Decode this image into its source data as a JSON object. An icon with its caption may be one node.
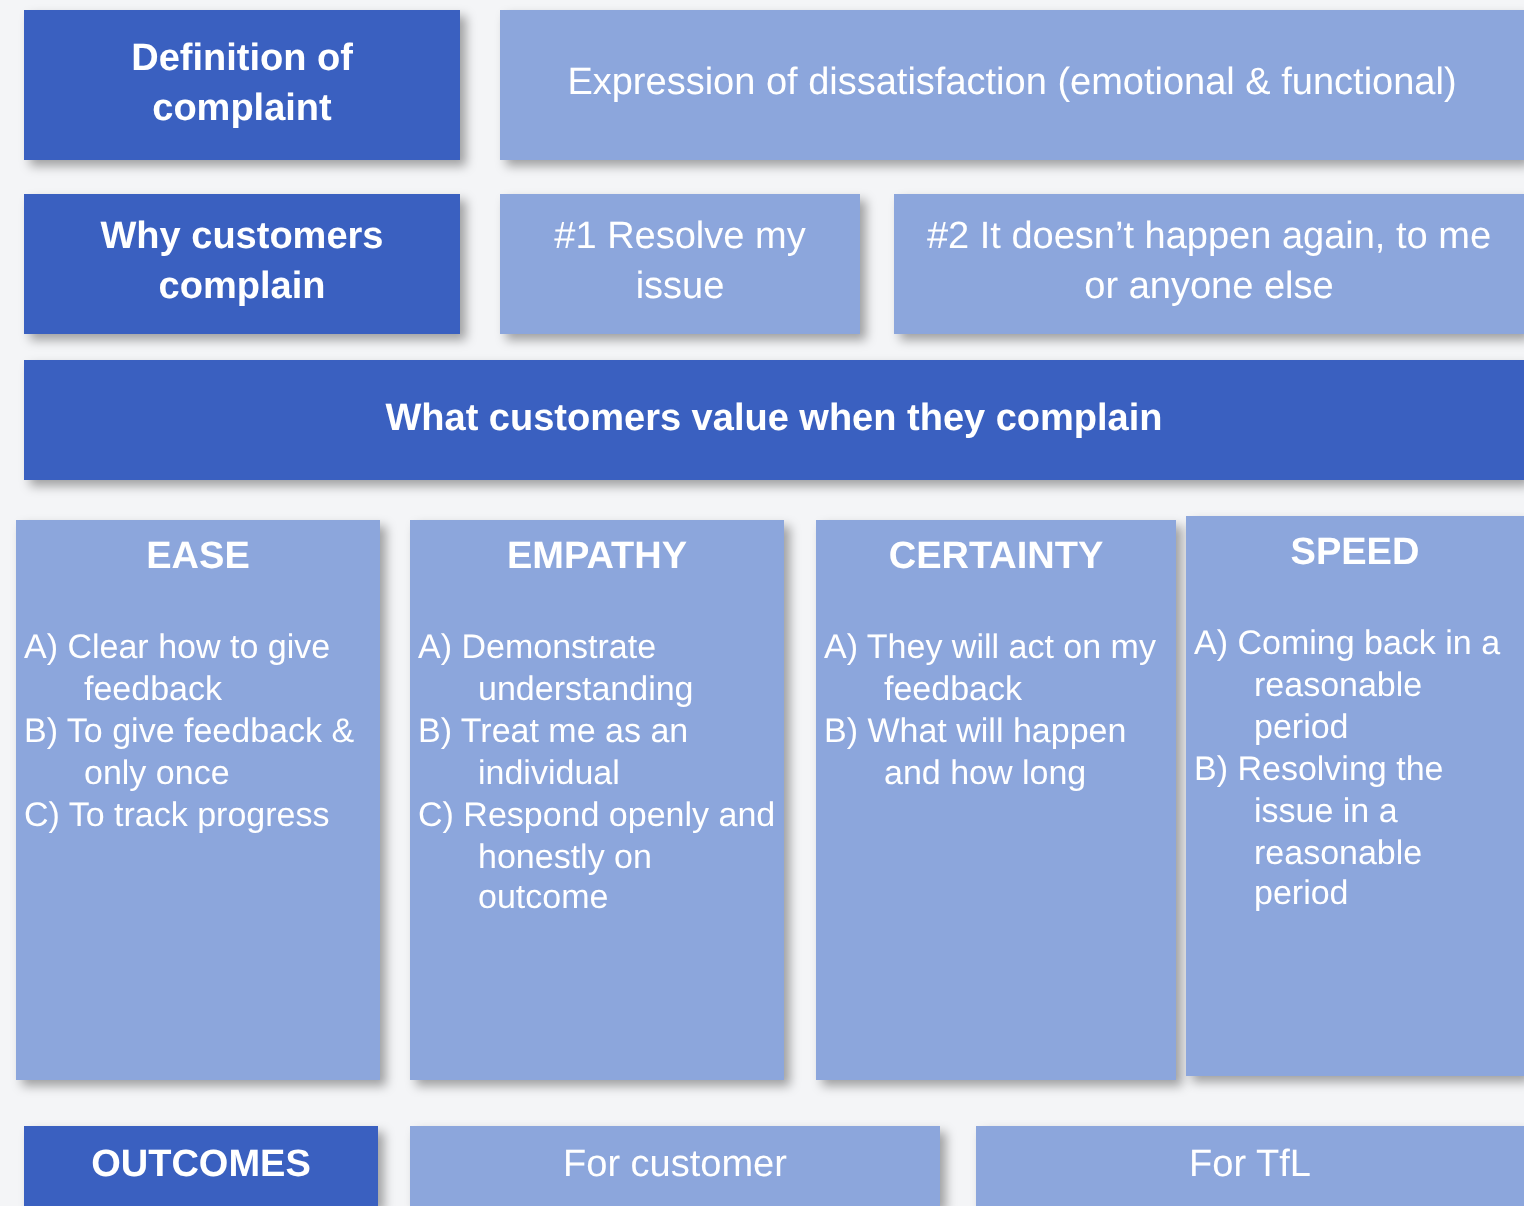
{
  "diagram": {
    "nodes": [
      {
        "text": [
          "Definition of complaint"
        ]
      },
      {
        "text": [
          "Expression of dissatisfaction (emotional & functional)"
        ]
      },
      {
        "text": [
          "Why customers complain"
        ]
      },
      {
        "text": [
          "#1 Resolve my issue"
        ]
      },
      {
        "text": [
          "#2 It doesn’t happen again, to me or anyone else"
        ]
      },
      {
        "text": [
          "What customers value when they complain"
        ]
      },
      {
        "text": [
          "EASE",
          "A) Clear how to give feedback",
          "B) To give feedback & only once",
          "C) To track progress"
        ]
      },
      {
        "text": [
          "EMPATHY",
          "A) Demonstrate understanding",
          "B) Treat me as an individual",
          "C) Respond openly and honestly on outcome"
        ]
      },
      {
        "text": [
          "CERTAINTY",
          "A) They will act on my feedback",
          "B) What will happen and how long"
        ]
      },
      {
        "text": [
          "SPEED",
          "A) Coming back in a reasonable period",
          "B) Resolving the issue in a reasonable period"
        ]
      },
      {
        "text": [
          "OUTCOMES"
        ]
      },
      {
        "text": [
          "For customer"
        ]
      },
      {
        "text": [
          "For TfL"
        ]
      }
    ]
  }
}
